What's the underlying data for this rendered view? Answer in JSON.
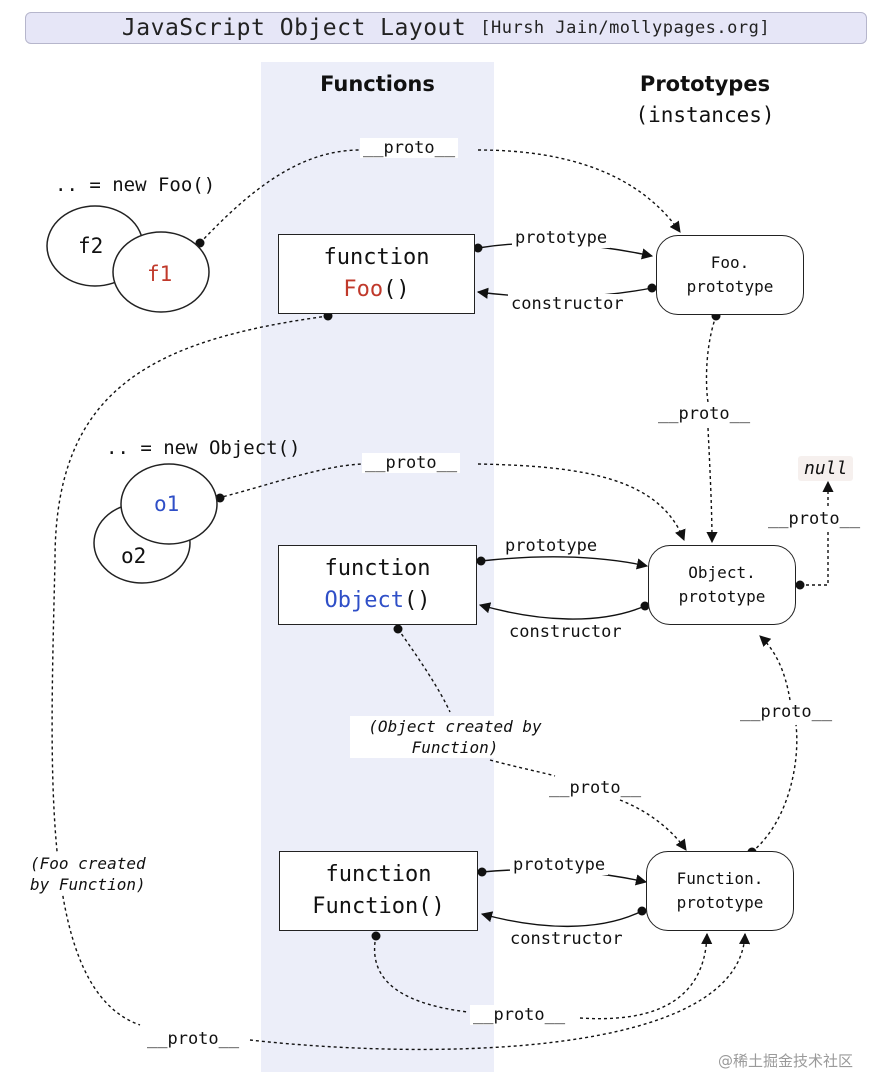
{
  "title": "JavaScript Object Layout",
  "credit": "[Hursh Jain/mollypages.org]",
  "headers": {
    "functions": "Functions",
    "prototypes": "Prototypes",
    "prototypes_sub": "(instances)"
  },
  "instances": {
    "foo_caption": ".. = new Foo()",
    "object_caption": ".. = new Object()",
    "f2": "f2",
    "f1": "f1",
    "o1": "o1",
    "o2": "o2"
  },
  "function_boxes": {
    "foo": {
      "keyword": "function",
      "name": "Foo",
      "parens": "()"
    },
    "object": {
      "keyword": "function",
      "name": "Object",
      "parens": "()"
    },
    "function": {
      "keyword": "function",
      "name": "Function()"
    }
  },
  "prototype_boxes": {
    "foo": {
      "line1": "Foo.",
      "line2": "prototype"
    },
    "object": {
      "line1": "Object.",
      "line2": "prototype"
    },
    "function": {
      "line1": "Function.",
      "line2": "prototype"
    }
  },
  "edge_labels": {
    "proto": "__proto__",
    "prototype": "prototype",
    "constructor": "constructor"
  },
  "null_label": "null",
  "notes": {
    "object_created_line1": "(Object created by",
    "object_created_line2": "Function)",
    "foo_created_line1": "(Foo created",
    "foo_created_line2": "by Function)"
  },
  "watermark": "@稀土掘金技术社区",
  "colors": {
    "band": "#eceef9",
    "title_bg": "#e6e6f7",
    "foo_name": "#c0392b",
    "object_name": "#2f4fc7",
    "f1_text": "#c0392b",
    "o1_text": "#2f4fc7"
  }
}
